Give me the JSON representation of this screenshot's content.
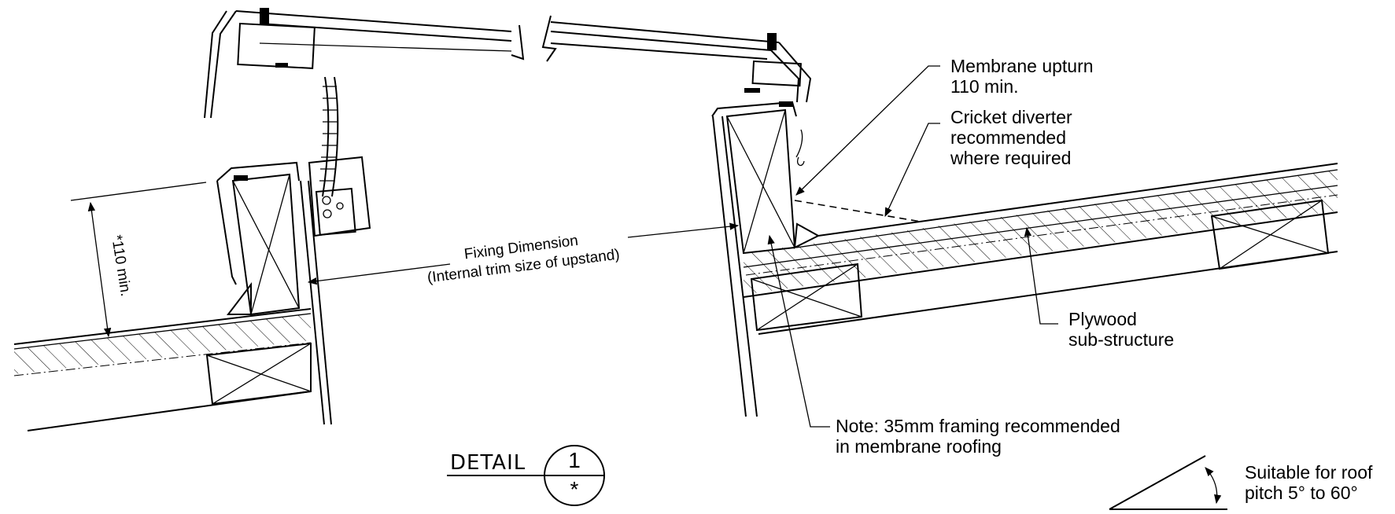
{
  "annotations": {
    "membrane_upturn": [
      "Membrane upturn",
      "110 min."
    ],
    "cricket_diverter": [
      "Cricket diverter",
      "recommended",
      "where required"
    ],
    "plywood": [
      "Plywood",
      "sub-structure"
    ],
    "note_framing": [
      "Note: 35mm framing recommended",
      "in membrane roofing"
    ],
    "fixing_dimension": [
      "Fixing Dimension",
      "(Internal trim size of upstand)"
    ],
    "upstand_height": "*110 min.",
    "pitch": [
      "Suitable for roof",
      "pitch 5° to 60°"
    ]
  },
  "detail_marker": {
    "word": "DETAIL",
    "number": "1",
    "sheet": "*"
  },
  "icons": [
    "hatch-pattern",
    "arrowhead",
    "section-break-symbol",
    "pitch-angle-icon"
  ],
  "colors": {
    "ink": "#000000",
    "background": "#ffffff"
  }
}
